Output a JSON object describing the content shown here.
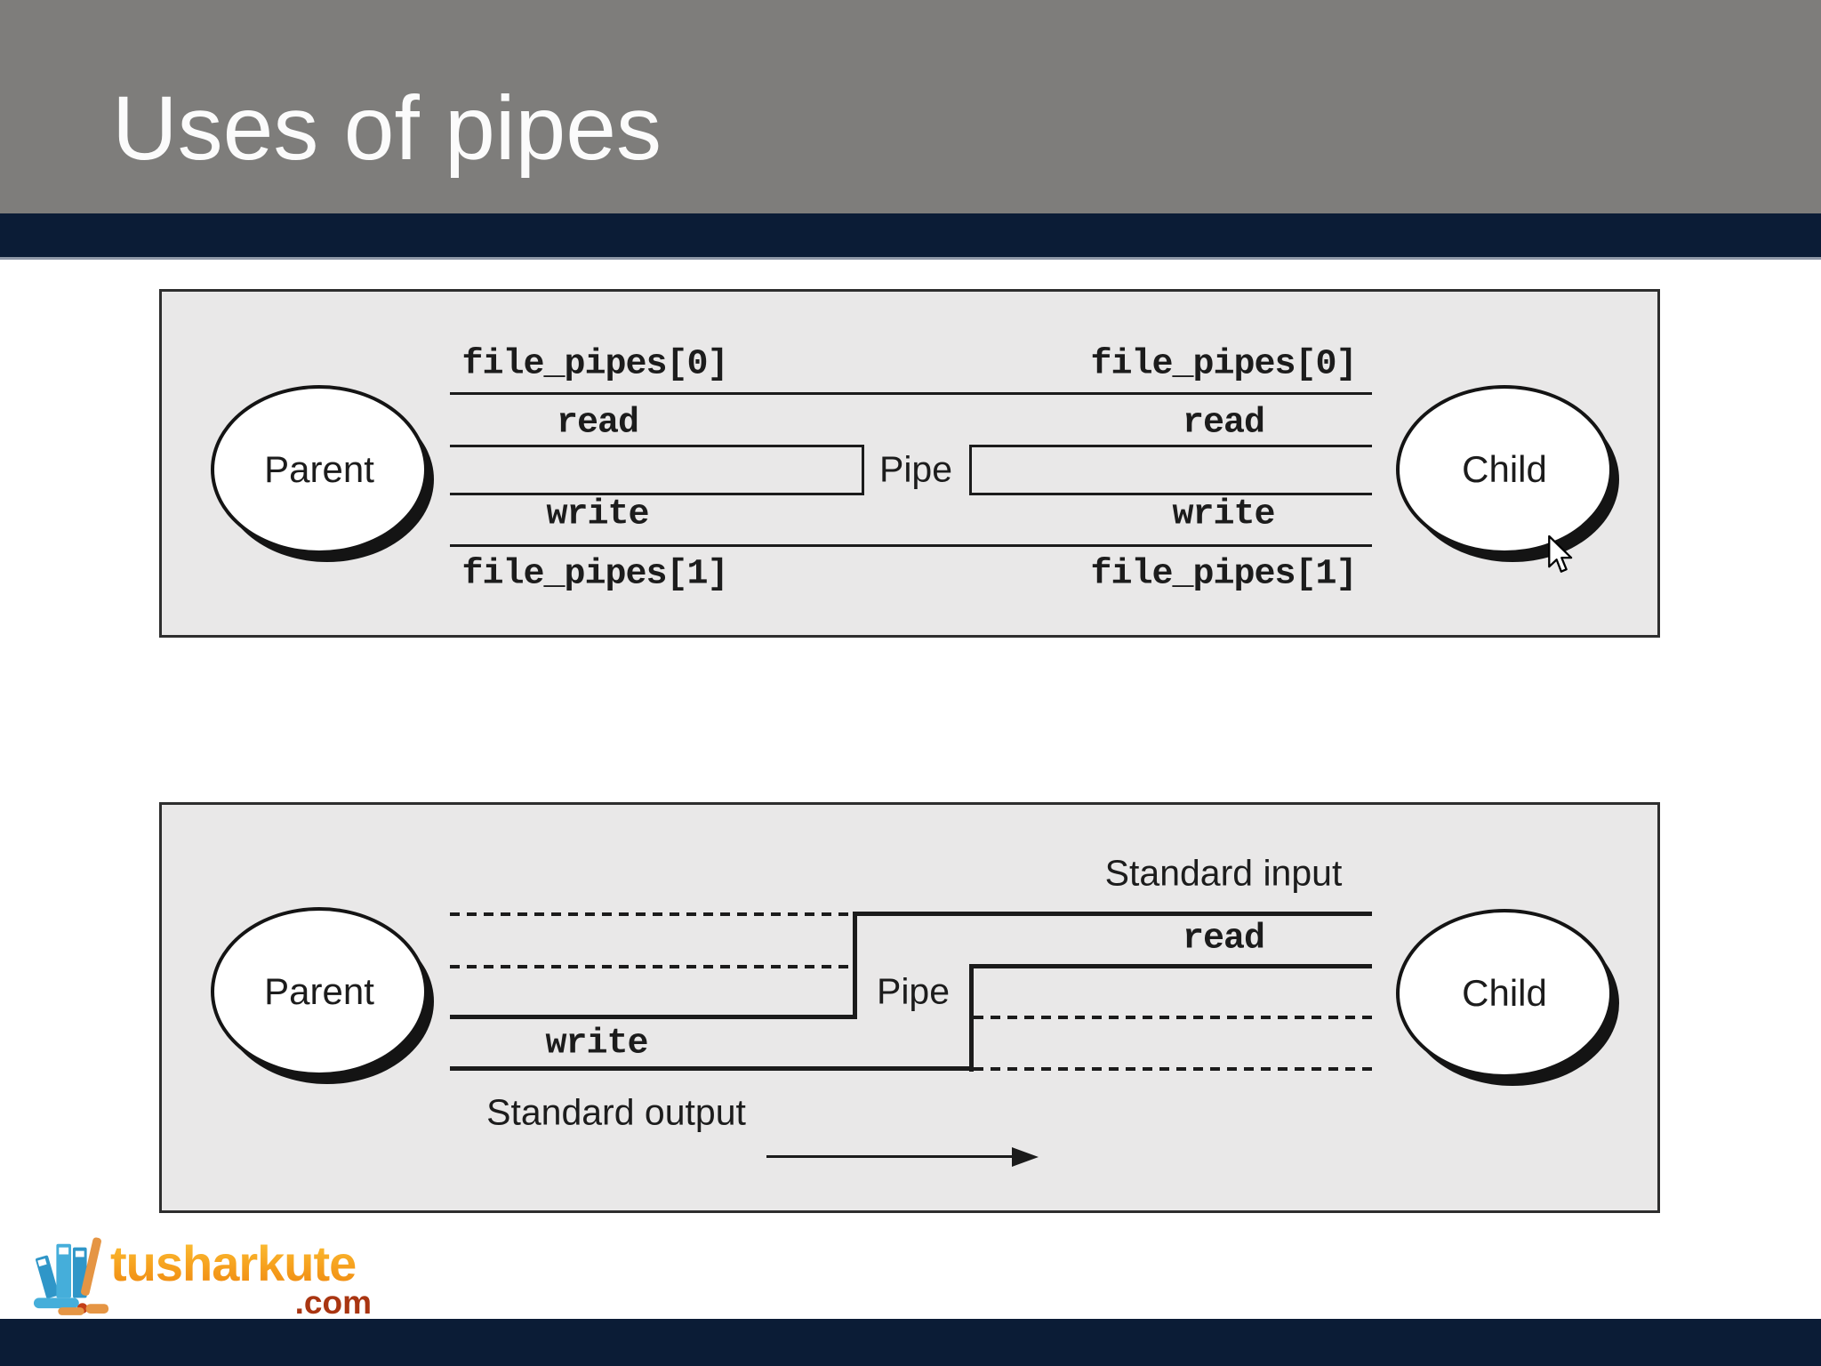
{
  "header": {
    "title": "Uses of pipes"
  },
  "diagram1": {
    "parent": "Parent",
    "child": "Child",
    "pipe": "Pipe",
    "left": {
      "fd0": "file_pipes[0]",
      "read": "read",
      "write": "write",
      "fd1": "file_pipes[1]"
    },
    "right": {
      "fd0": "file_pipes[0]",
      "read": "read",
      "write": "write",
      "fd1": "file_pipes[1]"
    }
  },
  "diagram2": {
    "parent": "Parent",
    "child": "Child",
    "pipe": "Pipe",
    "standard_input": "Standard input",
    "read": "read",
    "write": "write",
    "standard_output": "Standard output"
  },
  "logo": {
    "name": "tusharkute",
    "tld": ".com"
  },
  "colors": {
    "header_gray": "#7e7d7b",
    "navy": "#0b1c36",
    "box_bg": "#e9e8e8",
    "box_border": "#2e2e2e",
    "line": "#1b1b1b",
    "title_text": "#fbfbfb",
    "logo_orange": "#f6a11e",
    "logo_red": "#a93511",
    "logo_blue": "#45aeda",
    "logo_blue_dark": "#2f96c8",
    "logo_pen": "#e59544"
  }
}
